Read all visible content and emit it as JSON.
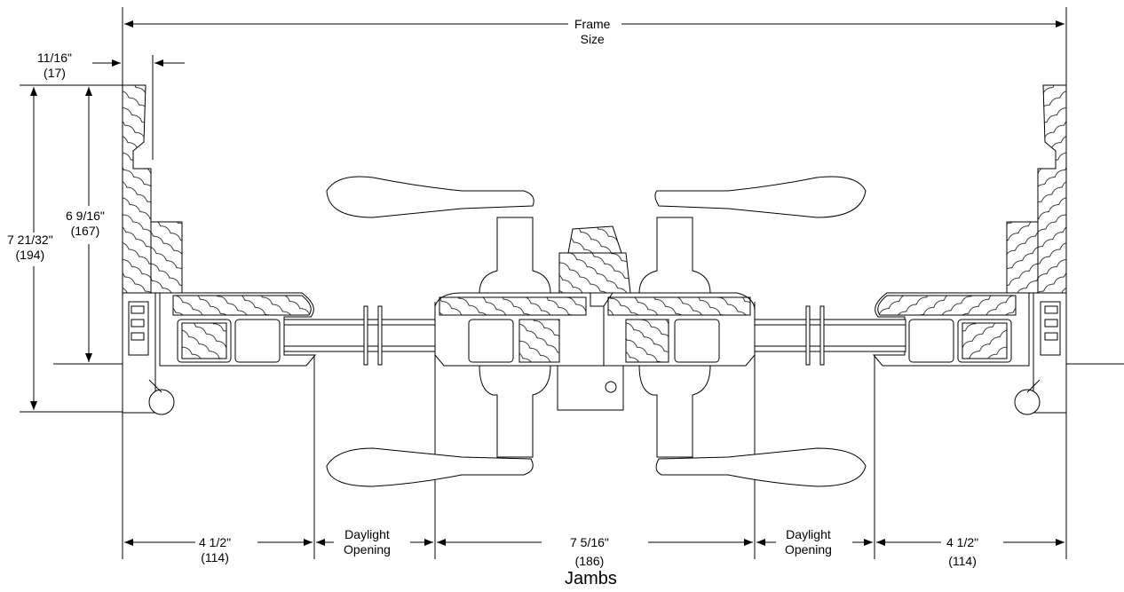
{
  "dimensions": {
    "frame_size": {
      "line1": "Frame",
      "line2": "Size"
    },
    "jamb_offset": {
      "imperial": "11/16\"",
      "metric": "(17)"
    },
    "depth_outer": {
      "imperial": "7 21/32\"",
      "metric": "(194)"
    },
    "depth_inner": {
      "imperial": "6 9/16\"",
      "metric": "(167)"
    },
    "left_stile": {
      "imperial": "4 1/2\"",
      "metric": "(114)"
    },
    "left_daylight": {
      "line1": "Daylight",
      "line2": "Opening"
    },
    "center_mullion": {
      "imperial": "7 5/16\"",
      "metric": "(186)"
    },
    "right_daylight": {
      "line1": "Daylight",
      "line2": "Opening"
    },
    "right_stile": {
      "imperial": "4 1/2\"",
      "metric": "(114)"
    }
  },
  "caption": "Jambs",
  "colors": {
    "line": "#000000",
    "background": "#ffffff"
  }
}
